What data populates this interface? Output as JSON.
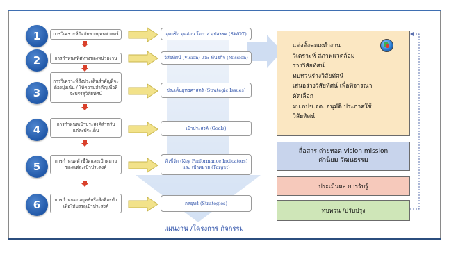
{
  "steps": [
    {
      "num": "1",
      "text": "การวิเคราะห์ปัจจัยทางยุทธศาสตร์",
      "result": "จุดแข็ง จุดอ่อน โอกาส อุปสรรค (SWOT)"
    },
    {
      "num": "2",
      "text": "การกำหนดทิศทางของหน่วยงาน",
      "result": "วิสัยทัศน์ (Vision) และ พันธกิจ (Mission)"
    },
    {
      "num": "3",
      "text": "การวิเคราะห์ถึงประเด็นสำคัญที่จะต้องมุ่งเน้น / ให้ความสำคัญเพื่อที่จะบรรลุวิสัยทัศน์",
      "result": "ประเด็นยุทธศาสตร์ (Strategic Issues)"
    },
    {
      "num": "4",
      "text": "การกำหนดเป้าประสงค์สำหรับแต่ละประเด็น",
      "result": "เป้าประสงค์ (Goals)"
    },
    {
      "num": "5",
      "text": "การกำหนดตัวชี้วัดและเป้าหมายของแต่ละเป้าประสงค์",
      "result": "ตัวชี้วัด (Key Performance Indicators) และ เป้าหมาย (Target)"
    },
    {
      "num": "6",
      "text": "การกำหนดกลยุทธ์หรือสิ่งที่จะทำเพื่อให้บรรลุเป้าประสงค์",
      "result": "กลยุทธ์ (Strategies)"
    }
  ],
  "plan_label": "แผนงาน /โครงการ กิจกรรม",
  "process_lines": [
    "แต่งตั้งคณะทำงาน",
    "วิเคราะห์  สภาพแวดล้อม",
    "ร่างวิสัยทัศน์",
    "ทบทวนร่างวิสัยทัศน์",
    "เสนอร่างวิสัยทัศน์ เพื่อพิจารณา",
    "คัดเลือก",
    "ผบ.กปช.จต.  อนุมัติ ประกาศใช้",
    "วิสัยทัศน์"
  ],
  "communicate": {
    "line1": "สื่อสาร ถ่ายทอด vision  mission",
    "line2": "ค่านิยม วัฒนธรรม"
  },
  "evaluate_label": "ประเมินผล การรับรู้",
  "review_label": "ทบทวน /ปรับปรุง",
  "colors": {
    "circle": "#2158a8",
    "connector_red": "#d9402b",
    "hollow_arrow": "#f2e28a",
    "process_box": "#fbe7c2",
    "communicate_box": "#c8d4ec",
    "evaluate_box": "#f6c9bb",
    "review_box": "#cfe6b8",
    "result_text": "#2b4fa8",
    "frame_top": "#3f6fb2"
  }
}
